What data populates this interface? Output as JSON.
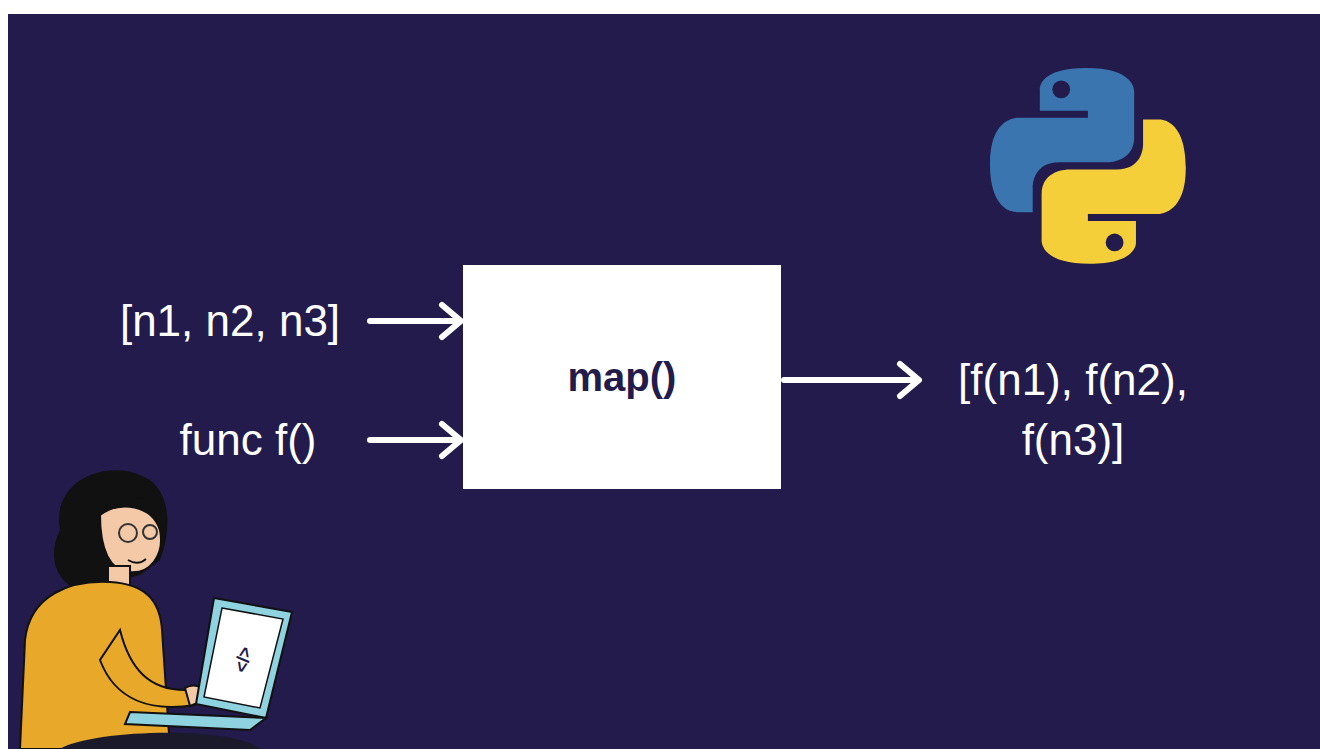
{
  "diagram": {
    "nodes": [
      {
        "text": [
          "map()"
        ]
      }
    ],
    "labels": [
      "[n1, n2, n3]",
      "func f()",
      "[f(n1), f(n2), f(n3)]",
      "</>"
    ]
  }
}
